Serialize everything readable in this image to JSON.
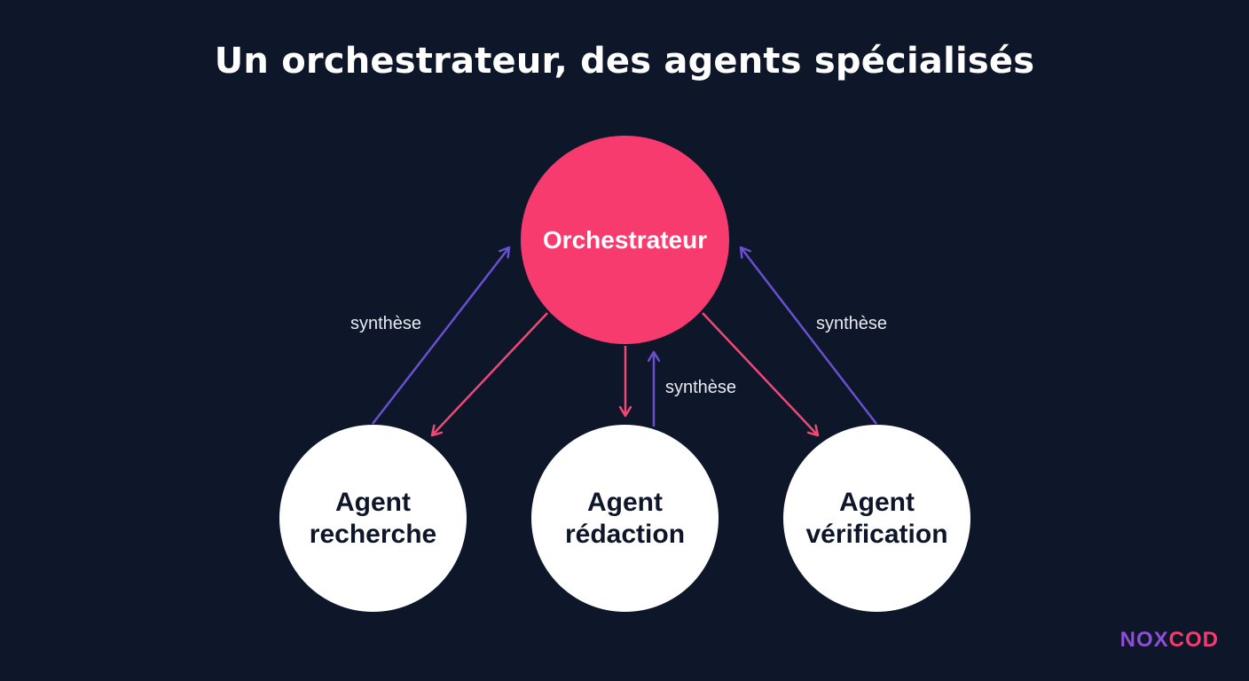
{
  "title": "Un orchestrateur, des agents spécialisés",
  "orchestrator": {
    "label": "Orchestrateur"
  },
  "agents": [
    {
      "line1": "Agent",
      "line2": "recherche"
    },
    {
      "line1": "Agent",
      "line2": "rédaction"
    },
    {
      "line1": "Agent",
      "line2": "vérification"
    }
  ],
  "edges": {
    "left_label": "synthèse",
    "center_label": "synthèse",
    "right_label": "synthèse"
  },
  "brand": {
    "part1": "NOX",
    "part2": "COD"
  },
  "colors": {
    "background": "#0d1729",
    "orchestrator": "#f83b6e",
    "dispatch_arrow": "#f04877",
    "synthesis_arrow": "#6a4fd0",
    "agent_fill": "#ffffff"
  }
}
